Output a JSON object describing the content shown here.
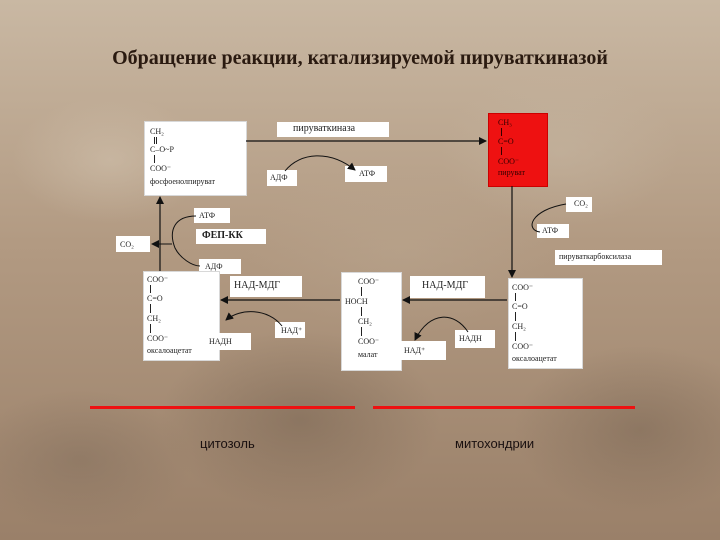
{
  "title": "Обращение реакции, катализируемой пируваткиназой",
  "pep_box": {
    "ch2": "CH₂",
    "c_o_p": "C–O~P",
    "coo": "COO⁻",
    "name": "фосфоенолпируват"
  },
  "pyruvate_box": {
    "ch3": "CH₃",
    "c_o": "C=O",
    "coo": "COO⁻",
    "name": "пируват"
  },
  "enzyme_pk": "пируваткиназа",
  "adp_pk": "АДФ",
  "atp_pk": "АТФ",
  "co2_top": "CO₂",
  "atp_pc": "АТФ",
  "pc_label": "пируваткарбоксилаза",
  "atp_pepck": "АТФ",
  "pepck_label": "ФЕП-КК",
  "co2_pepck": "CO₂",
  "adp_pepck": "АДФ",
  "oaa_cyto": {
    "coo_top": "COO⁻",
    "c_o": "C=O",
    "ch2": "CH₂",
    "coo_bottom": "COO⁻",
    "name": "оксалоацетат"
  },
  "mdh_cyto": "НАД-МДГ",
  "nadh_cyto": "НАДН",
  "nad_cyto": "НАД⁺",
  "malate": {
    "coo_top": "COO⁻",
    "hoch": "HOCH",
    "ch2": "CH₂",
    "coo_bottom": "COO⁻",
    "name": "малат"
  },
  "mdh_mito": "НАД-МДГ",
  "nad_mito": "НАД⁺",
  "nadh_mito": "НАДН",
  "oaa_mito": {
    "coo_top": "COO⁻",
    "c_o": "C=O",
    "ch2": "CH₂",
    "coo_bottom": "COO⁻",
    "name": "оксалоацетат"
  },
  "region_cytosol": "цитозоль",
  "region_mito": "митохондрии",
  "colors": {
    "line_red": "#ee1111",
    "pyruvate_fill": "#ee1111",
    "title": "#2a1a10"
  }
}
